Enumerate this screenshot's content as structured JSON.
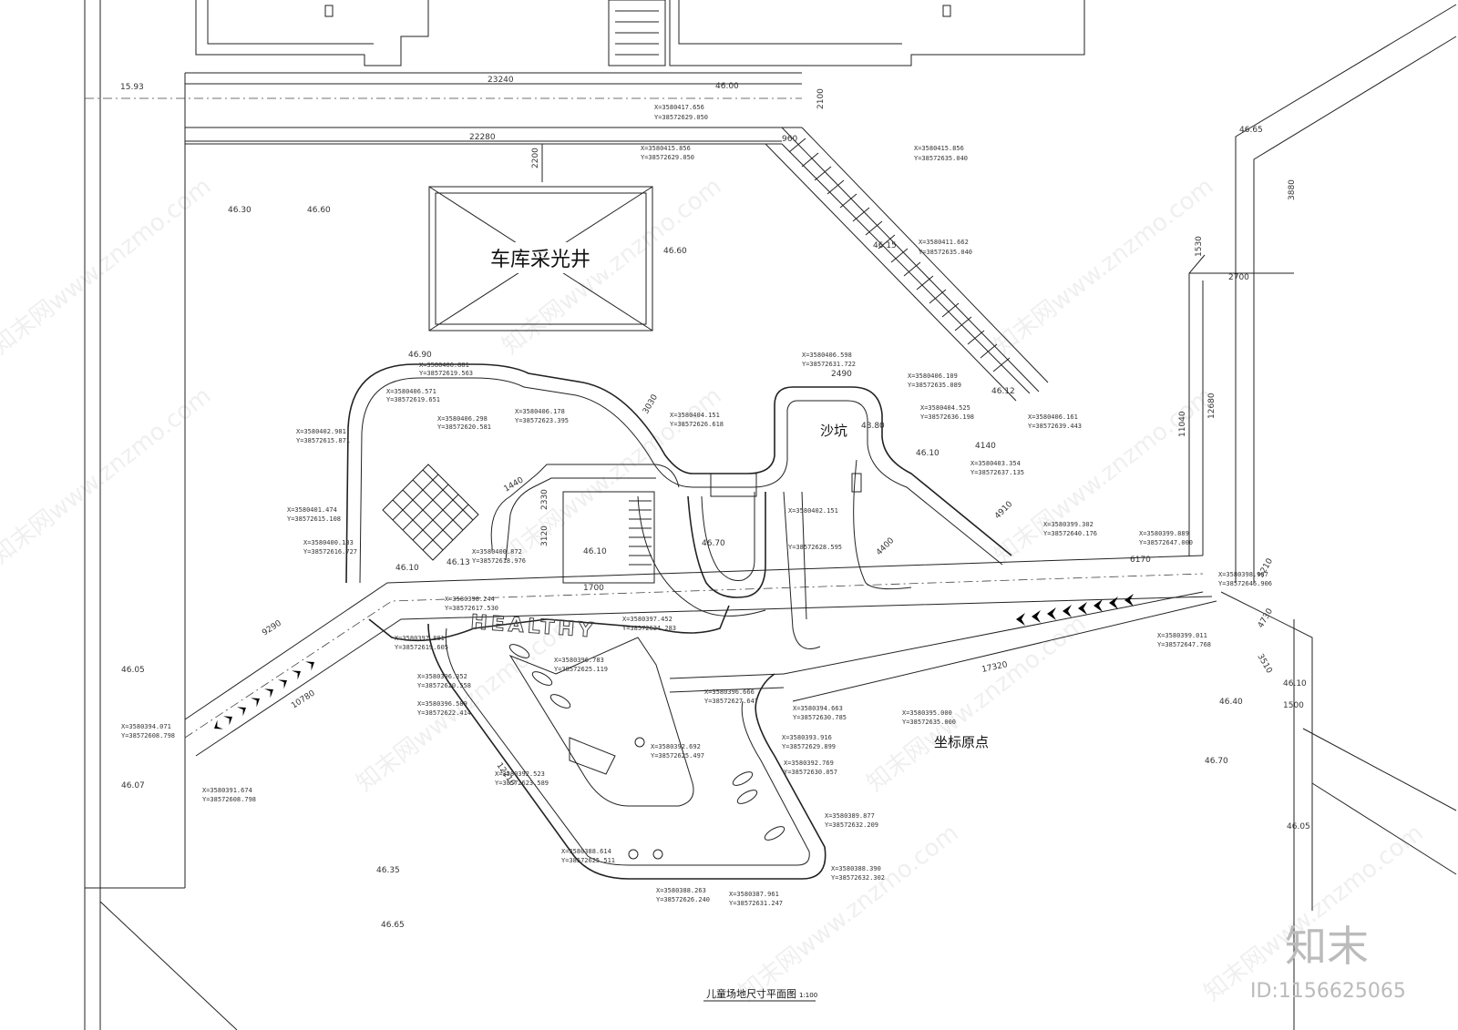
{
  "labels": {
    "skylight": "车库采光井",
    "sandpit": "沙坑",
    "origin": "坐标原点",
    "healthy": "HEALTHY",
    "drawing_title": "儿童场地尺寸平面图",
    "scale": "1:100",
    "brand": "知末",
    "id_text": "ID:1156625065",
    "watermark": "知末网www.znzmo.com"
  },
  "dimensions": {
    "d23240": "23240",
    "d22280": "22280",
    "d2100": "2100",
    "d2200": "2200",
    "d960": "960",
    "d3880": "3880",
    "d1530": "1530",
    "d2700": "2700",
    "d11040": "11040",
    "d12680": "12680",
    "d5210": "5210",
    "d4730": "4730",
    "d3510": "3510",
    "d1500": "1500",
    "d17320": "17320",
    "d9290": "9290",
    "d10780": "10780",
    "d12210": "12210",
    "d4400": "4400",
    "d4910": "4910",
    "d6170": "6170",
    "d3120": "3120",
    "d2330": "2330",
    "d1700": "1700",
    "d1440": "1440",
    "d3030": "3030",
    "d2490": "2490",
    "d4140": "4140"
  },
  "elevations": {
    "e1593": "15.93",
    "e4600": "46.00",
    "e4665": "46.65",
    "e4630": "46.30",
    "e4660a": "46.60",
    "e4660b": "46.60",
    "e4615": "46.15",
    "e4612": "46.12",
    "e4690": "46.90",
    "e4380": "43.80",
    "e4610a": "46.10",
    "e4610b": "46.10",
    "e4670": "46.70",
    "e4605": "46.05",
    "e4607": "46.07",
    "e4640": "46.40",
    "e4670b": "46.70",
    "e4610c": "46.10",
    "e4605b": "46.05",
    "e4635": "46.35",
    "e4665b": "46.65",
    "e4613": "46.13",
    "e4610d": "46.10"
  },
  "coordinates": {
    "c1": "X=3580417.656",
    "c1y": "Y=38572629.050",
    "c2": "X=3580415.856",
    "c2y": "Y=38572629.050",
    "c3": "X=3580415.856",
    "c3y": "Y=38572635.040",
    "c4": "X=3580411.662",
    "c4y": "Y=38572635.040",
    "c5": "X=3580406.881",
    "c5y": "Y=38572619.563",
    "c6": "X=3580406.571",
    "c6y": "Y=38572619.651",
    "c7": "X=3580406.298",
    "c7y": "Y=38572620.581",
    "c8": "X=3580402.981",
    "c8y": "Y=38572615.871",
    "c9": "X=3580401.474",
    "c9y": "Y=38572615.108",
    "c10": "X=3580400.133",
    "c10y": "Y=38572616.727",
    "c11": "X=3580406.178",
    "c11y": "Y=38572623.395",
    "c12": "X=3580404.151",
    "c12y": "Y=38572626.618",
    "c13": "X=3580406.598",
    "c13y": "Y=38572631.722",
    "c14": "X=3580406.109",
    "c14y": "Y=38572635.089",
    "c15": "X=3580406.161",
    "c15y": "Y=38572639.443",
    "c16": "X=3580404.525",
    "c16y": "Y=38572636.198",
    "c17": "X=3580403.354",
    "c17y": "Y=38572637.135",
    "c18": "X=3580399.302",
    "c18y": "Y=38572640.176",
    "c19": "X=3580399.889",
    "c19y": "Y=38572647.000",
    "c20": "X=3580398.987",
    "c20y": "Y=38572646.906",
    "c21": "X=3580399.011",
    "c21y": "Y=38572647.768",
    "c22": "X=3580395.000",
    "c22y": "Y=38572635.000",
    "c23": "X=3580394.071",
    "c23y": "Y=38572608.798",
    "c24": "X=3580391.674",
    "c24y": "Y=38572608.798",
    "c25": "X=3580396.352",
    "c25y": "Y=38572620.558",
    "c26": "X=3580396.589",
    "c26y": "Y=38572622.414",
    "c27": "X=3580392.523",
    "c27y": "Y=38572623.589",
    "c28": "X=3580388.614",
    "c28y": "Y=38572625.511",
    "c29": "X=3580388.263",
    "c29y": "Y=38572626.240",
    "c30": "X=3580387.961",
    "c30y": "Y=38572631.247",
    "c31": "X=3580388.390",
    "c31y": "Y=38572632.302",
    "c32": "X=3580389.877",
    "c32y": "Y=38572632.209",
    "c33": "X=3580393.916",
    "c33y": "Y=38572629.899",
    "c34": "X=3580394.663",
    "c34y": "Y=38572630.785",
    "c35": "X=3580396.666",
    "c35y": "Y=38572627.647",
    "c36": "X=3580397.452",
    "c36y": "Y=38572624.283",
    "c37": "X=3580396.783",
    "c37y": "Y=38572625.119",
    "c38": "X=3580398.244",
    "c38y": "Y=38572617.530",
    "c39": "X=3580400.872",
    "c39y": "Y=38572618.976",
    "c40": "X=3580397.881",
    "c40y": "Y=38572619.605",
    "c41": "X=3580392.692",
    "c41y": "Y=38572625.497",
    "c42": "X=3580392.769",
    "c42y": "Y=38572630.057",
    "c43": "X=3580402.151",
    "c43y": "Y=38572628.595"
  }
}
